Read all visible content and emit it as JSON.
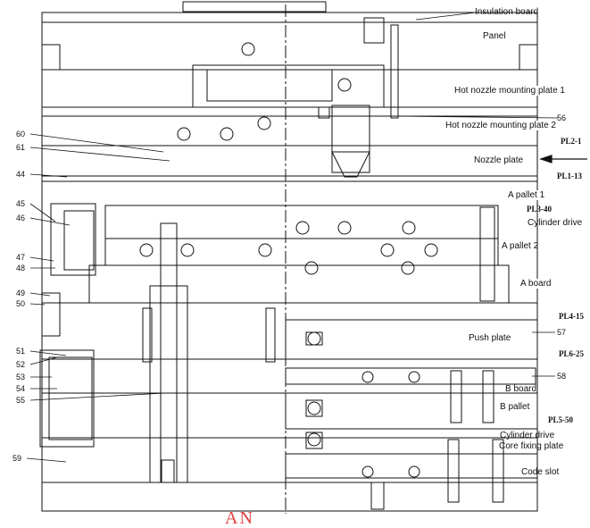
{
  "labels": {
    "insulation_board": "Insulation board",
    "panel": "Panel",
    "hot_nozzle_plate_1": "Hot nozzle mounting plate 1",
    "hot_nozzle_plate_2": "Hot nozzle mounting plate 2",
    "nozzle_plate": "Nozzle plate",
    "a_pallet_1": "A pallet 1",
    "cylinder_drive_1": "Cylinder drive",
    "a_pallet_2": "A pallet 2",
    "a_board": "A board",
    "push_plate": "Push plate",
    "b_board": "B board",
    "b_pallet": "B pallet",
    "cylinder_drive_2": "Cylinder drive",
    "core_fixing_plate": "Core fixing plate",
    "code_slot": "Code slot"
  },
  "parting_lines": {
    "pl2": "PL2-1",
    "pl1": "PL1-13",
    "pl3": "PL3-40",
    "pl4": "PL4-15",
    "pl6": "PL6-25",
    "pl5": "PL5-50"
  },
  "part_numbers": {
    "n60": "60",
    "n61": "61",
    "n44": "44",
    "n45": "45",
    "n46": "46",
    "n47": "47",
    "n48": "48",
    "n49": "49",
    "n50": "50",
    "n51": "51",
    "n52": "52",
    "n53": "53",
    "n54": "54",
    "n55": "55",
    "n59": "59",
    "n56": "56",
    "n57": "57",
    "n58": "58"
  },
  "watermark": "AN",
  "colors": {
    "line": "#111111",
    "watermark": "#e04040"
  }
}
